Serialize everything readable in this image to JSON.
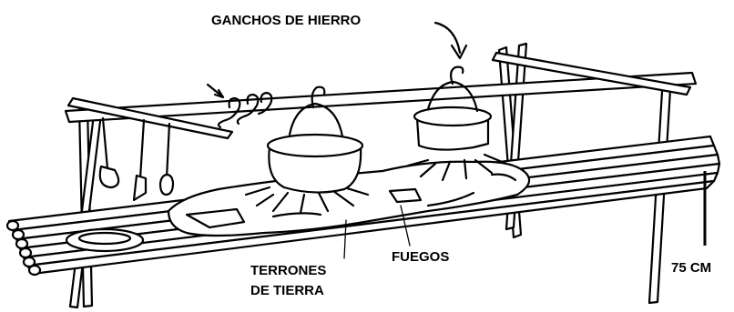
{
  "labels": {
    "hooks": "GANCHOS DE HIERRO",
    "fires": "FUEGOS",
    "clods_line1": "TERRONES",
    "clods_line2": "DE TIERRA",
    "scale": "75 CM"
  }
}
